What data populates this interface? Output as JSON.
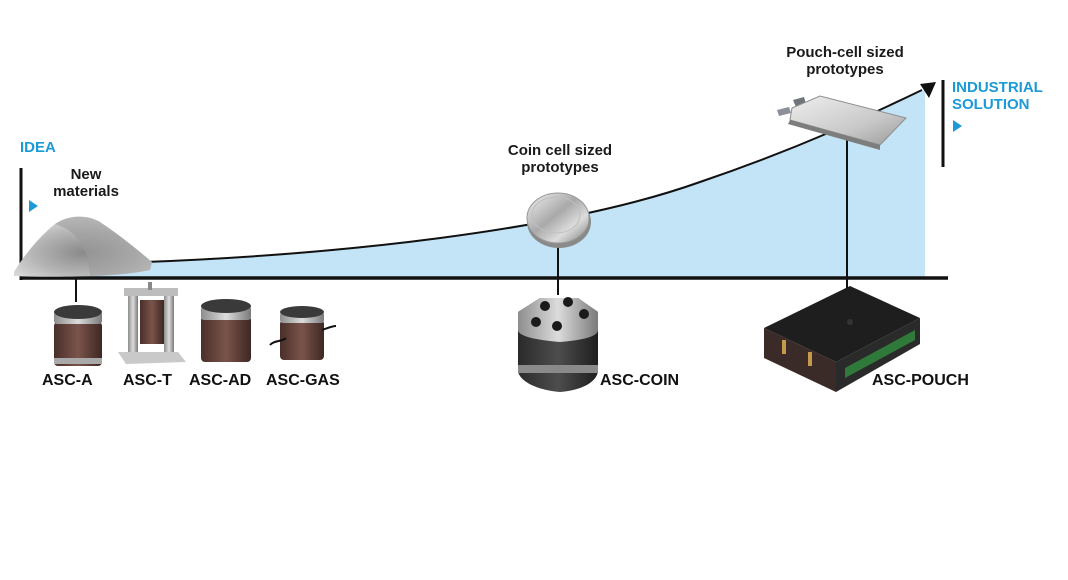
{
  "diagram": {
    "title": "Battery research progression from idea to industrial solution",
    "accent_color": "#1b9ad6",
    "fill_color": "#c3e3f6",
    "start_label": "IDEA",
    "end_label_line1": "INDUSTRIAL",
    "end_label_line2": "SOLUTION",
    "stages": [
      {
        "id": "materials",
        "line1": "New",
        "line2": "materials",
        "image": "powder-pile"
      },
      {
        "id": "coin",
        "line1": "Coin cell sized",
        "line2": "prototypes",
        "image": "coin-cell"
      },
      {
        "id": "pouch",
        "line1": "Pouch-cell sized",
        "line2": "prototypes",
        "image": "pouch-cell"
      }
    ],
    "products": [
      {
        "label": "ASC-A",
        "stage": "materials"
      },
      {
        "label": "ASC-T",
        "stage": "materials"
      },
      {
        "label": "ASC-AD",
        "stage": "materials"
      },
      {
        "label": "ASC-GAS",
        "stage": "materials"
      },
      {
        "label": "ASC-COIN",
        "stage": "coin"
      },
      {
        "label": "ASC-POUCH",
        "stage": "pouch"
      }
    ]
  }
}
